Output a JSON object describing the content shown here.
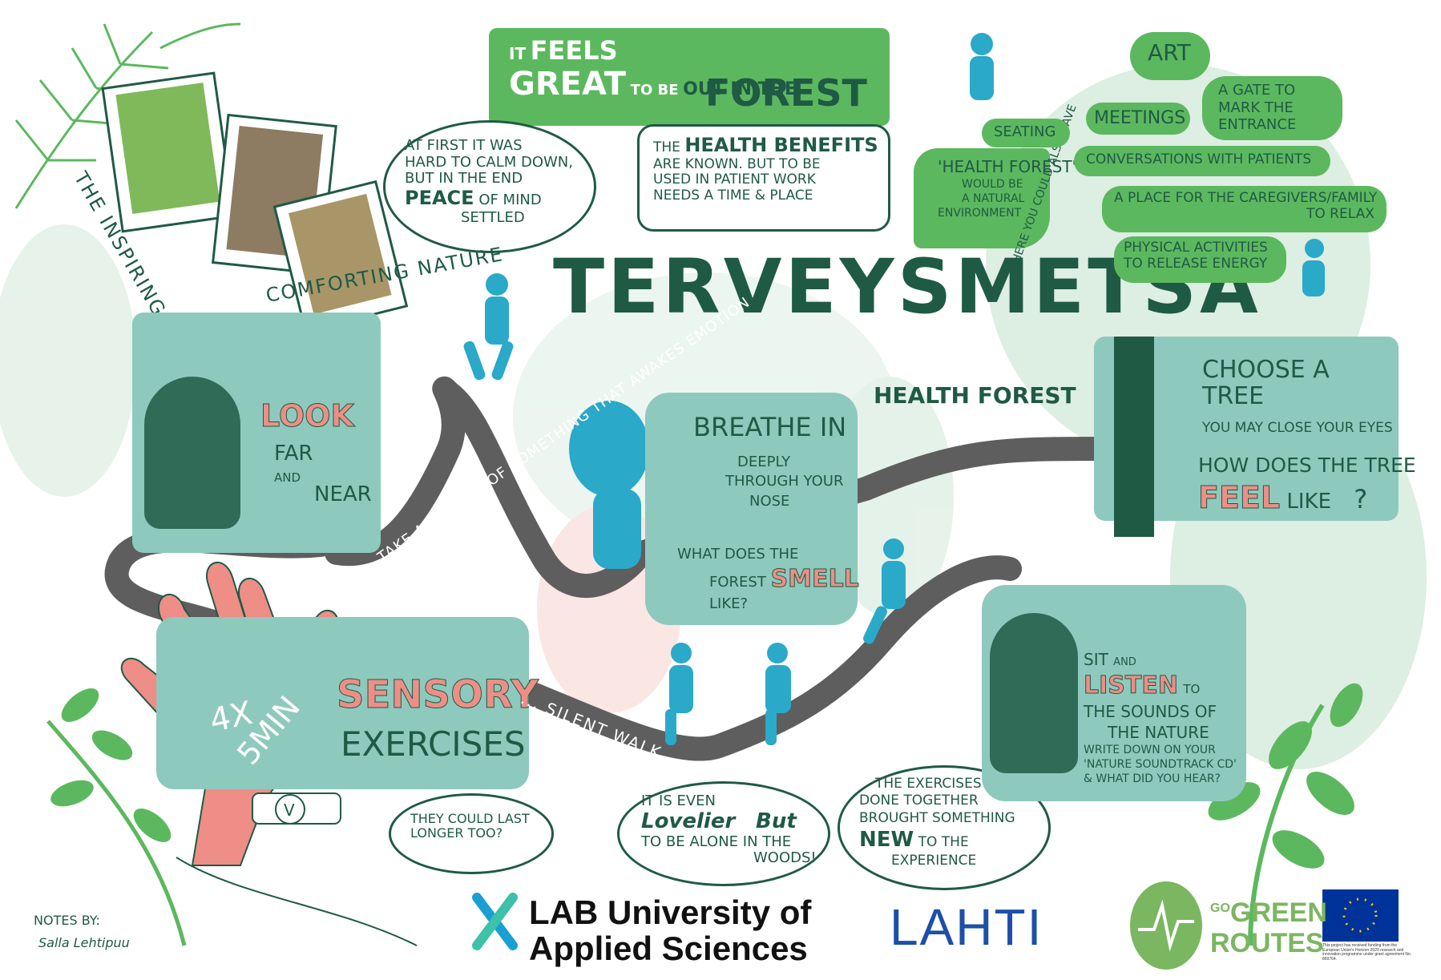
{
  "title": "Terveysmetsä",
  "subtitle": "Health forest",
  "speech_top": {
    "line1a": "It",
    "line1b": "feels",
    "line2a": "great",
    "line2b": "to be",
    "line2c": "out in the",
    "line3": "forest"
  },
  "health_benefits": {
    "l1a": "The",
    "l1b": "health benefits",
    "l2": "are known. But to be",
    "l3": "used in patient work",
    "l4": "needs a time & place"
  },
  "calm_bubble": {
    "l1": "At first it was",
    "l2": "hard to calm down,",
    "l3": "but in the end",
    "l4a": "peace",
    "l4b": "of mind",
    "l5": "settled"
  },
  "inspiring_nature": {
    "line1": "The inspiring and",
    "line2": "comforting nature"
  },
  "health_forest_ideas": {
    "health_forest_arrow": [
      "'Health forest'",
      "would be",
      "a natural",
      "environment"
    ],
    "vertical": "Here you could also have",
    "seating": "Seating",
    "art": "Art",
    "meetings": "Meetings",
    "gate": [
      "A gate to",
      "mark the",
      "entrance"
    ],
    "conversations": "Conversations with patients",
    "caregivers": [
      "A place for the caregivers/family",
      "to relax"
    ],
    "physical": [
      "Physical activities",
      "to release energy"
    ]
  },
  "look_box": {
    "look": "Look",
    "far": "far",
    "and": "and",
    "near": "near"
  },
  "photo_path": {
    "text": "Take a picture of something that awakes emotion"
  },
  "breathe_box": {
    "breathe": "Breathe in",
    "deeply": [
      "deeply",
      "through your",
      "nose"
    ],
    "smell_q1": "What does the",
    "smell_q2a": "forest",
    "smell_q2b": "smell",
    "smell_q3": "like?"
  },
  "tree_box": {
    "choose": [
      "Choose a",
      "tree"
    ],
    "close": "You may close your eyes",
    "how": "How does the tree",
    "feel": "feel",
    "like": "like",
    "q": "?"
  },
  "sensory": {
    "sensory": "Sensory",
    "exercises": "exercises",
    "hand_a": "4x",
    "hand_b": "5min",
    "watch": "V",
    "last_longer": [
      "They could last",
      "longer too?"
    ]
  },
  "silent_walk": "... Silent walk ...",
  "lovelier_bubble": {
    "l1": "It is even",
    "lovelier": "Lovelier",
    "but": "But",
    "l3": "to be alone in the",
    "l4": "woods!"
  },
  "together_bubble": {
    "l1": "The exercises",
    "l2": "done together",
    "l3": "brought something",
    "new": "new",
    "l4": "to the",
    "l5": "experience"
  },
  "listen_box": {
    "sit": "Sit",
    "and": "and",
    "listen": "Listen",
    "to": "to",
    "l2": "the sounds of",
    "l3": "the nature",
    "l4": "Write down on your",
    "l5": "'Nature soundtrack CD'",
    "l6": "& What did you hear?"
  },
  "notes_by": "Notes by:",
  "signature": "Salla Lehtipuu",
  "logos": {
    "lab_line1": "LAB University of",
    "lab_line2": "Applied Sciences",
    "lahti": "LAHTI",
    "go": "GO",
    "green": "GREEN",
    "routes": "ROUTES",
    "eu_text": "This project has received funding from the European Union's Horizon 2020 research and innovation programme under grant agreement No. 869764."
  },
  "colors": {
    "dark_green": "#1f5a45",
    "bright_green": "#5cb85e",
    "teal": "#8ec9bd",
    "blue": "#2aa9c9",
    "salmon": "#ee8e86",
    "path_gray": "#5e5e5e",
    "eu_blue": "#003399",
    "lahti_blue": "#1d4fa8"
  }
}
